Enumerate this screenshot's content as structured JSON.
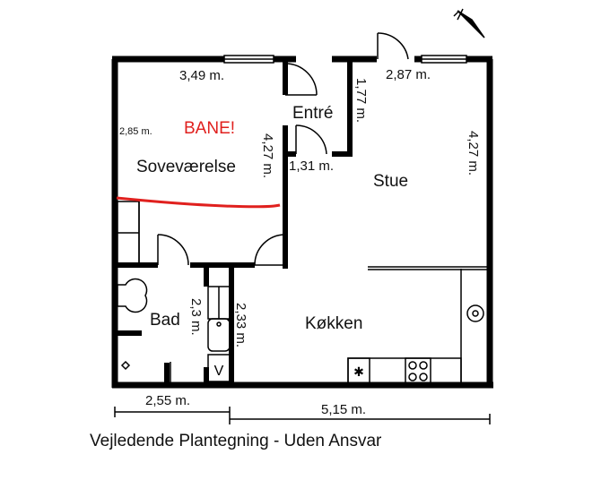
{
  "rooms": {
    "bedroom": "Soveværelse",
    "entry": "Entré",
    "living": "Stue",
    "bath": "Bad",
    "kitchen": "Køkken"
  },
  "dimensions": {
    "bedroom_width": "3,49 m.",
    "bedroom_left": "2,85 m.",
    "bedroom_height": "4,27 m.",
    "entry_height": "1,77 m.",
    "entry_width": "1,31 m.",
    "living_width": "2,87 m.",
    "living_height": "4,27 m.",
    "bath_height": "2,3 m.",
    "hall_height": "2,33 m.",
    "bottom_left": "2,55 m.",
    "bottom_right": "5,15 m."
  },
  "annotation": {
    "text": "BANE!",
    "color": "#e0201e"
  },
  "fixture_symbols": {
    "vent": "V"
  },
  "caption": "Vejledende Plantegning - Uden Ansvar",
  "colors": {
    "wall": "#000000",
    "line": "#333333",
    "annotation_line": "#e0201e"
  }
}
